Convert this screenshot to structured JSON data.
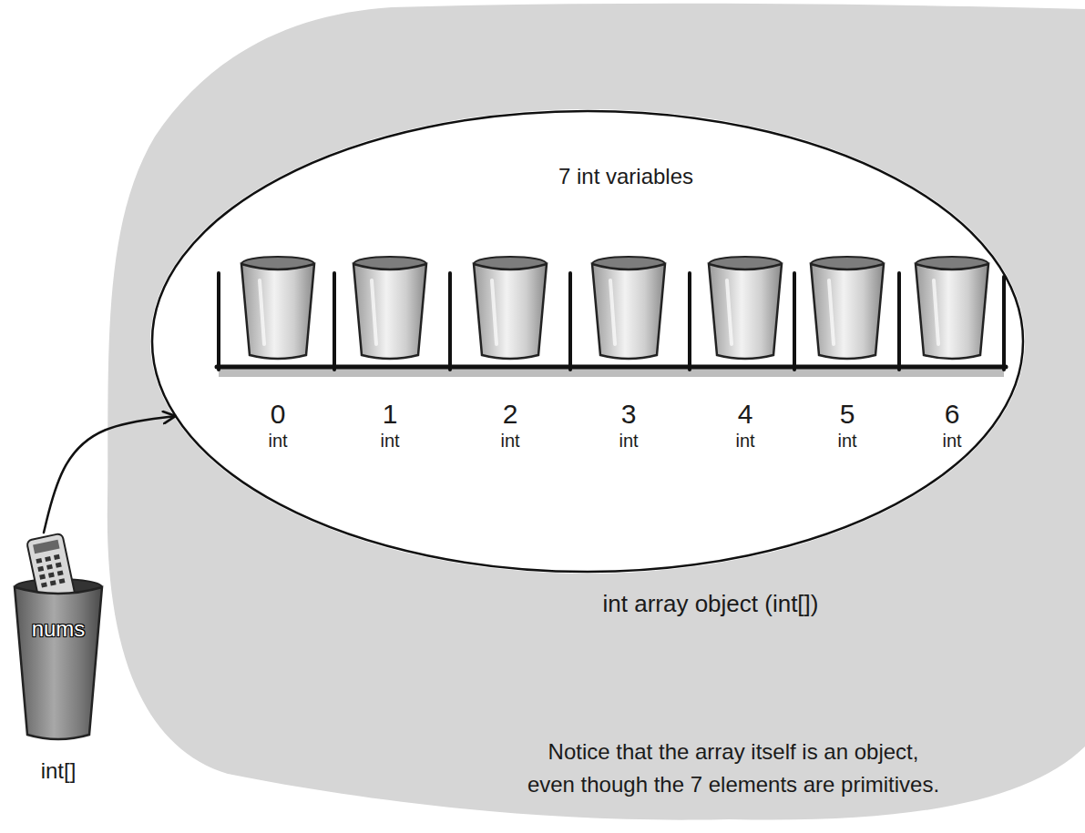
{
  "diagram": {
    "caption": "Notice that the array itself is an object, even though the 7 elements are primitives.",
    "nodes": [
      {
        "text": [
          "7 int variables",
          "int array object (int[])"
        ]
      },
      {
        "text": [
          "0",
          "int"
        ],
        "in": 0
      },
      {
        "text": [
          "1",
          "int"
        ],
        "in": 0
      },
      {
        "text": [
          "2",
          "int"
        ],
        "in": 0
      },
      {
        "text": [
          "3",
          "int"
        ],
        "in": 0
      },
      {
        "text": [
          "4",
          "int"
        ],
        "in": 0
      },
      {
        "text": [
          "5",
          "int"
        ],
        "in": 0
      },
      {
        "text": [
          "6",
          "int"
        ],
        "in": 0
      },
      {
        "text": [
          "nums",
          "int[]"
        ]
      }
    ],
    "edges": [
      {
        "from": 8,
        "to": 0,
        "arrow": "to"
      }
    ]
  }
}
